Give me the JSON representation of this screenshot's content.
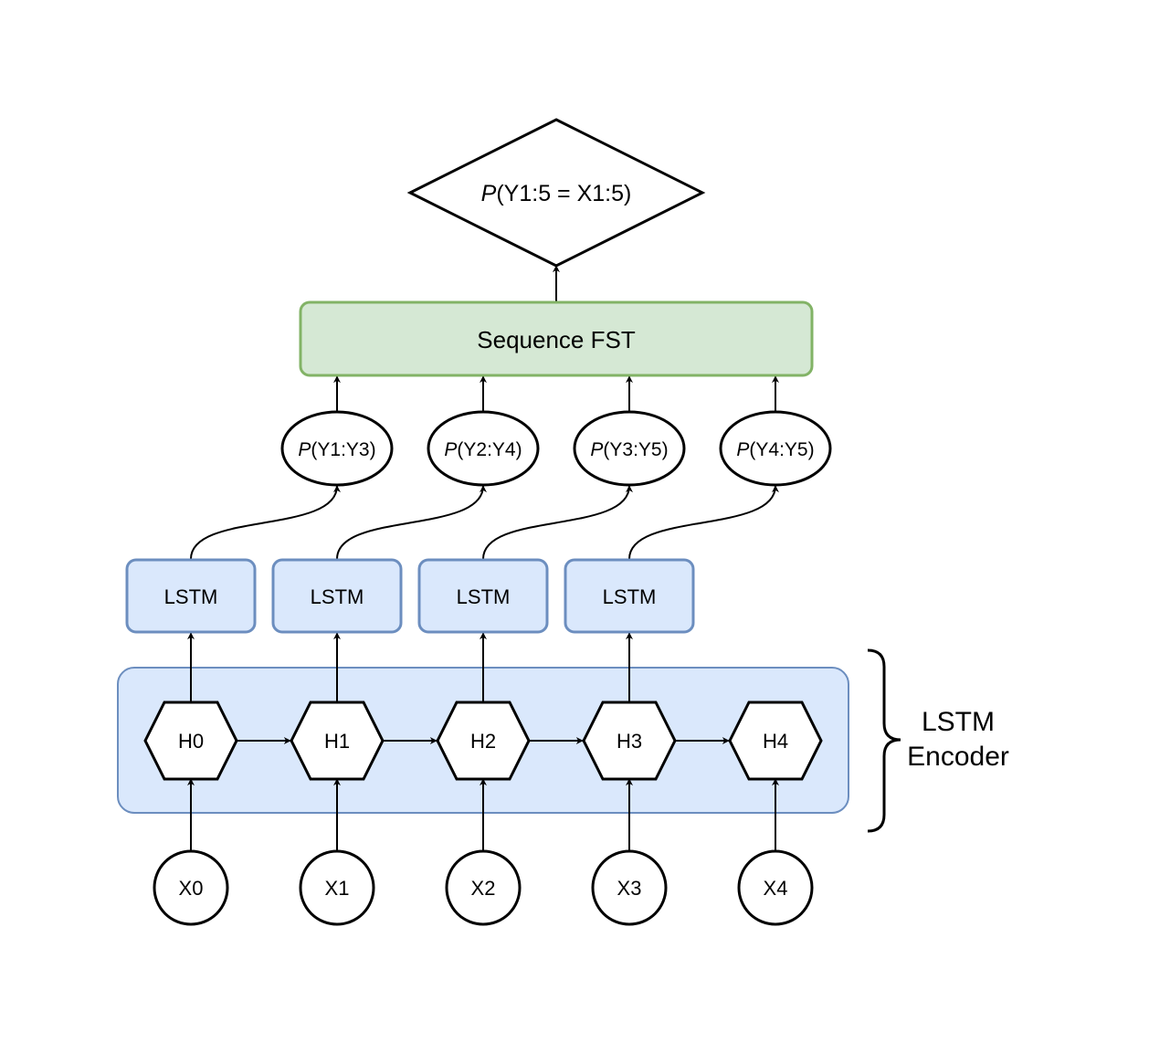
{
  "colors": {
    "stroke": "#000000",
    "fst_fill": "#d5e8d4",
    "fst_stroke": "#82b366",
    "lstm_fill": "#dae8fc",
    "lstm_stroke": "#6c8ebf",
    "encoder_fill": "#dae8fc",
    "encoder_stroke": "#6c8ebf",
    "node_fill": "#ffffff"
  },
  "output": {
    "prob_symbol": "P",
    "label": "(Y1:5 = X1:5)"
  },
  "fst": {
    "label": "Sequence FST"
  },
  "window_probs": [
    {
      "prob_symbol": "P",
      "label": "(Y1:Y3)"
    },
    {
      "prob_symbol": "P",
      "label": "(Y2:Y4)"
    },
    {
      "prob_symbol": "P",
      "label": "(Y3:Y5)"
    },
    {
      "prob_symbol": "P",
      "label": "(Y4:Y5)"
    }
  ],
  "lstm_blocks": [
    {
      "label": "LSTM"
    },
    {
      "label": "LSTM"
    },
    {
      "label": "LSTM"
    },
    {
      "label": "LSTM"
    }
  ],
  "encoder": {
    "label_line1": "LSTM",
    "label_line2": "Encoder"
  },
  "hidden_states": [
    {
      "label": "H0"
    },
    {
      "label": "H1"
    },
    {
      "label": "H2"
    },
    {
      "label": "H3"
    },
    {
      "label": "H4"
    }
  ],
  "inputs": [
    {
      "label": "X0"
    },
    {
      "label": "X1"
    },
    {
      "label": "X2"
    },
    {
      "label": "X3"
    },
    {
      "label": "X4"
    }
  ]
}
